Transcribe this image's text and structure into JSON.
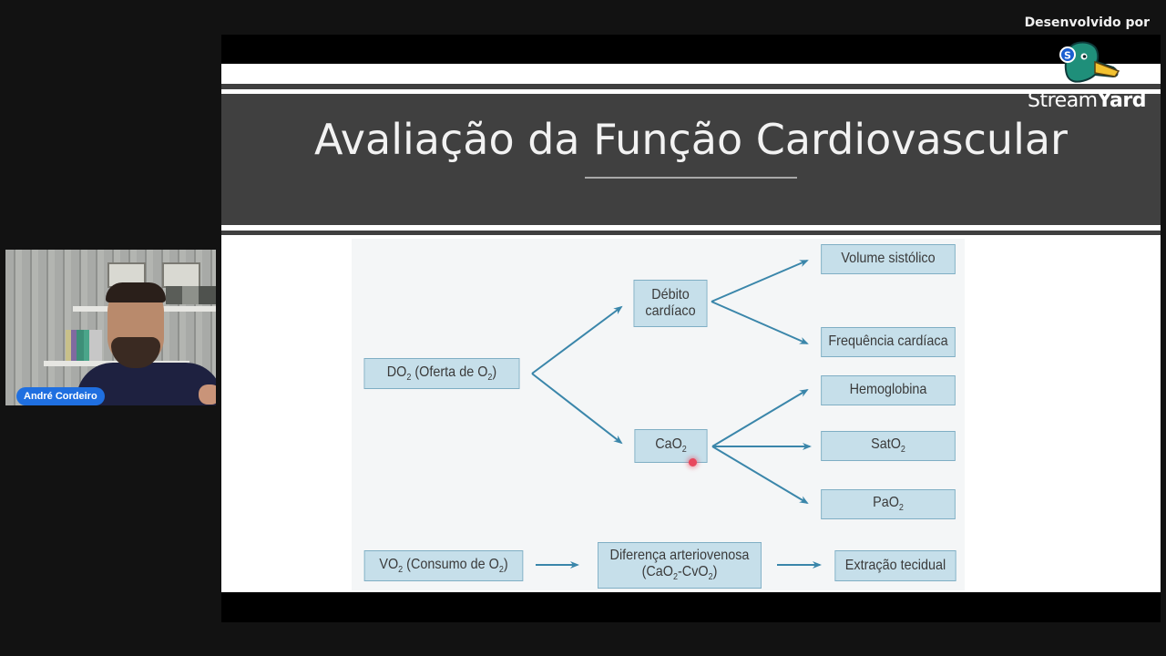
{
  "watermark": {
    "developed_by": "Desenvolvido por",
    "brand_light": "Stream",
    "brand_bold": "Yard",
    "badge_letter": "S"
  },
  "participant": {
    "name": "André Cordeiro"
  },
  "slide": {
    "title": "Avaliação da Função Cardiovascular",
    "diagram": {
      "nodes": {
        "do2": {
          "main": "DO",
          "sub1": "2",
          "mid": " (Oferta de O",
          "sub2": "2",
          "end": ")"
        },
        "debito": {
          "line1": "Débito",
          "line2": "cardíaco"
        },
        "cao2": {
          "main": "CaO",
          "sub": "2"
        },
        "volume": "Volume sistólico",
        "frequencia": "Frequência cardíaca",
        "hemoglobina": "Hemoglobina",
        "sato2": {
          "main": "SatO",
          "sub": "2"
        },
        "pao2": {
          "main": "PaO",
          "sub": "2"
        },
        "vo2": {
          "main": "VO",
          "sub1": "2",
          "mid": " (Consumo de O",
          "sub2": "2",
          "end": ")"
        },
        "diferenca": {
          "line1": "Diferença arteriovenosa",
          "line2_a": "(CaO",
          "line2_sub1": "2",
          "line2_b": "-CvO",
          "line2_sub2": "2",
          "line2_c": ")"
        },
        "extracao": "Extração tecidual"
      },
      "colors": {
        "node_fill": "#c6dfea",
        "node_border": "#7faec4",
        "arrow": "#3a86aa",
        "background": "#f4f6f7"
      }
    }
  },
  "colors": {
    "page_bg": "#121212",
    "title_band": "#404040",
    "name_tag": "#1f6fe0",
    "pointer": "#e8475d"
  }
}
